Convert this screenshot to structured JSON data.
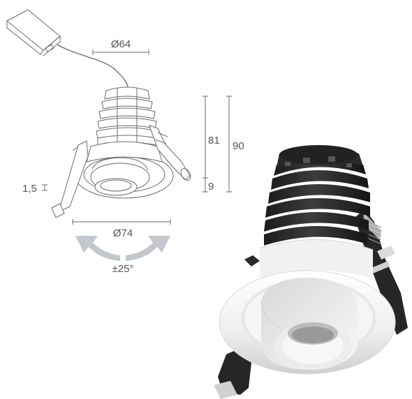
{
  "dimensions": {
    "top_diameter": "Ø64",
    "bottom_diameter": "Ø74",
    "height_body": "81",
    "height_total": "90",
    "height_trim": "9",
    "trim_thickness": "1,5",
    "tilt_angle": "±25°"
  },
  "colors": {
    "line": "#6a6a6a",
    "label": "#555555",
    "arrow": "#c4c8cc",
    "heatsink": "#2b2b2b",
    "bezel": "#f3f3f3",
    "driver": "#e8e8e8"
  }
}
